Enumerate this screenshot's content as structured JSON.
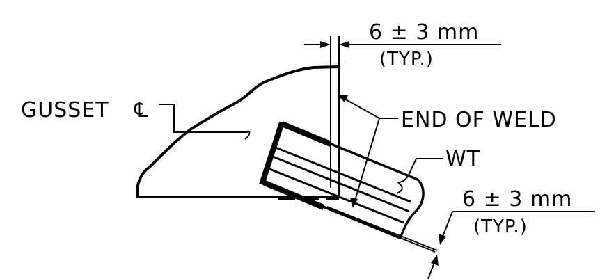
{
  "labels": {
    "top_dimension": "6 ± 3 mm",
    "top_typ": "(TYP.)",
    "gusset": "GUSSET",
    "gusset_symbol": "℄",
    "end_of_weld": "END OF WELD",
    "wt": "WT",
    "bottom_dimension": "6 ± 3 mm",
    "bottom_typ": "(TYP.)"
  }
}
